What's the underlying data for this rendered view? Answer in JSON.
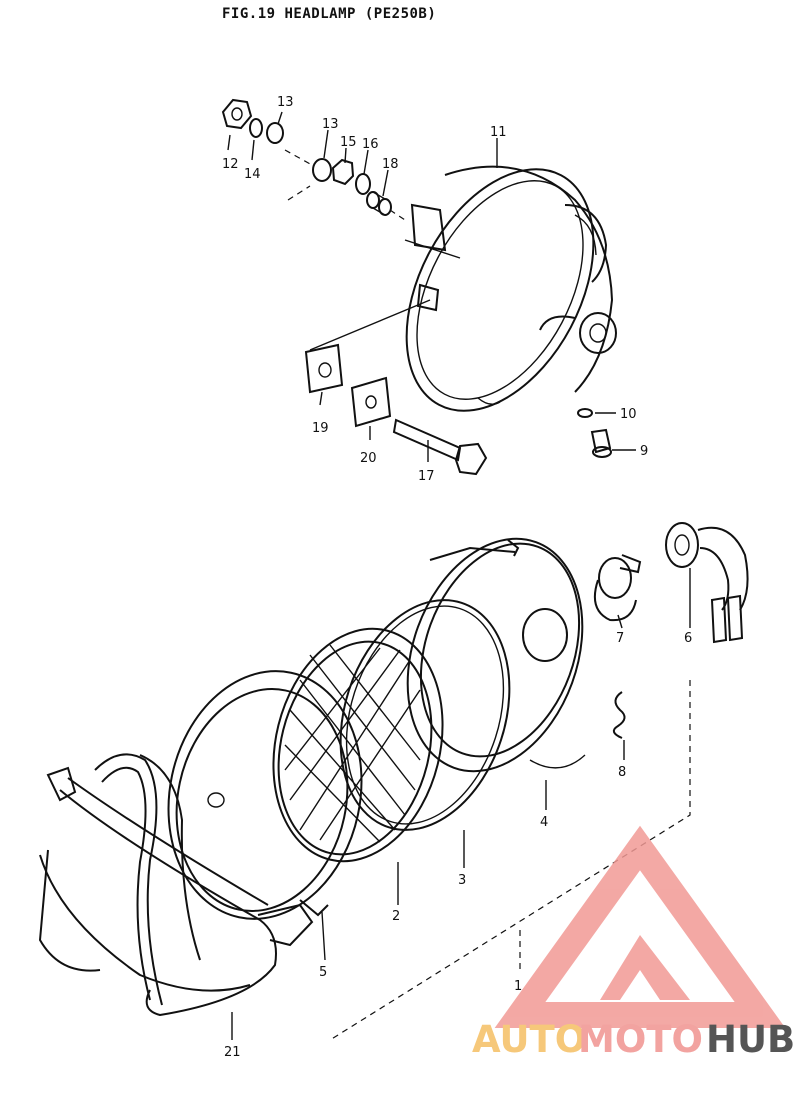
{
  "title": "FIG.19  HEADLAMP  (PE250B)",
  "callouts": {
    "p1": "1",
    "p2": "2",
    "p3": "3",
    "p4": "4",
    "p5": "5",
    "p6": "6",
    "p7": "7",
    "p8": "8",
    "p9": "9",
    "p10": "10",
    "p11": "11",
    "p12": "12",
    "p13a": "13",
    "p13b": "13",
    "p14": "14",
    "p15": "15",
    "p16": "16",
    "p17": "17",
    "p18": "18",
    "p19": "19",
    "p20": "20",
    "p21": "21"
  },
  "watermark": {
    "part1": "AUTO",
    "part2": "MOTO",
    "part3": "HUB",
    "color1": "#f6c87a",
    "color2": "#f2a3a0",
    "color3": "#555555",
    "logo_color": "#f19a95"
  }
}
